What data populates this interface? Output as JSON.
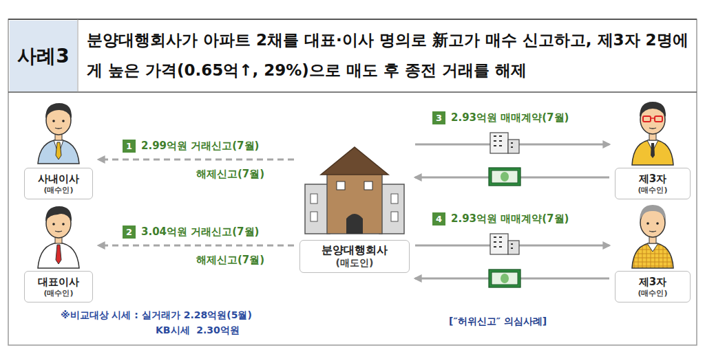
{
  "diagram": {
    "title": "분양대행회사가 아파트 2채를 대표·이사 명의로 新고가 매수 신고하고, 제3자 2명에게 높은 가격(0.65억↑, 29%)으로 매도 후 종전 거래를 해제",
    "nodes": [
      {
        "text": [
          "사례3"
        ]
      },
      {
        "text": [
          "사내이사",
          "(매수인)"
        ]
      },
      {
        "text": [
          "대표이사",
          "(매수인)"
        ]
      },
      {
        "text": [
          "분양대행회사",
          "(매도인)"
        ]
      },
      {
        "text": [
          "제3자",
          "(매수인)"
        ]
      },
      {
        "text": [
          "제3자",
          "(매수인)"
        ]
      }
    ],
    "edges": [
      {
        "from": 3,
        "to": 1,
        "arrow": "to",
        "label": "2.99억원 거래신고(7월)"
      },
      {
        "from": 3,
        "to": 2,
        "arrow": "to",
        "label": "3.04억원 거래신고(7월)"
      },
      {
        "from": 3,
        "to": 4,
        "arrow": "to",
        "label": "2.93억원 매매계약(7월)"
      },
      {
        "from": 4,
        "to": 3,
        "arrow": "to"
      },
      {
        "from": 3,
        "to": 5,
        "arrow": "to",
        "label": "2.93억원 매매계약(7월)"
      },
      {
        "from": 5,
        "to": 3,
        "arrow": "to"
      }
    ],
    "labels": [
      "1",
      "해제신고(7월)",
      "2",
      "해제신고(7월)",
      "3",
      "4",
      "※비교대상 시세 : 실거래가 2.28억원(5월)",
      "KB시세  2.30억원",
      "[″허위신고″ 의심사례]"
    ]
  }
}
